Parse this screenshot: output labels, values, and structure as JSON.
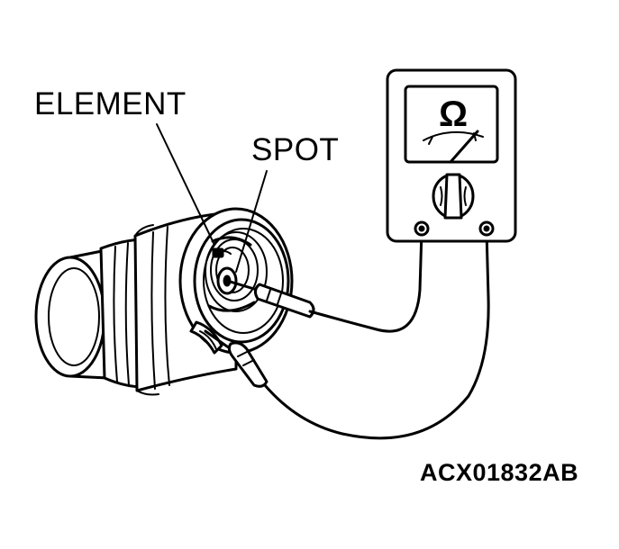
{
  "labels": {
    "element": "ELEMENT",
    "spot": "SPOT",
    "figure_code": "ACX01832AB"
  },
  "meter": {
    "unit_symbol": "Ω"
  },
  "colors": {
    "ink": "#000000",
    "background": "#ffffff"
  }
}
